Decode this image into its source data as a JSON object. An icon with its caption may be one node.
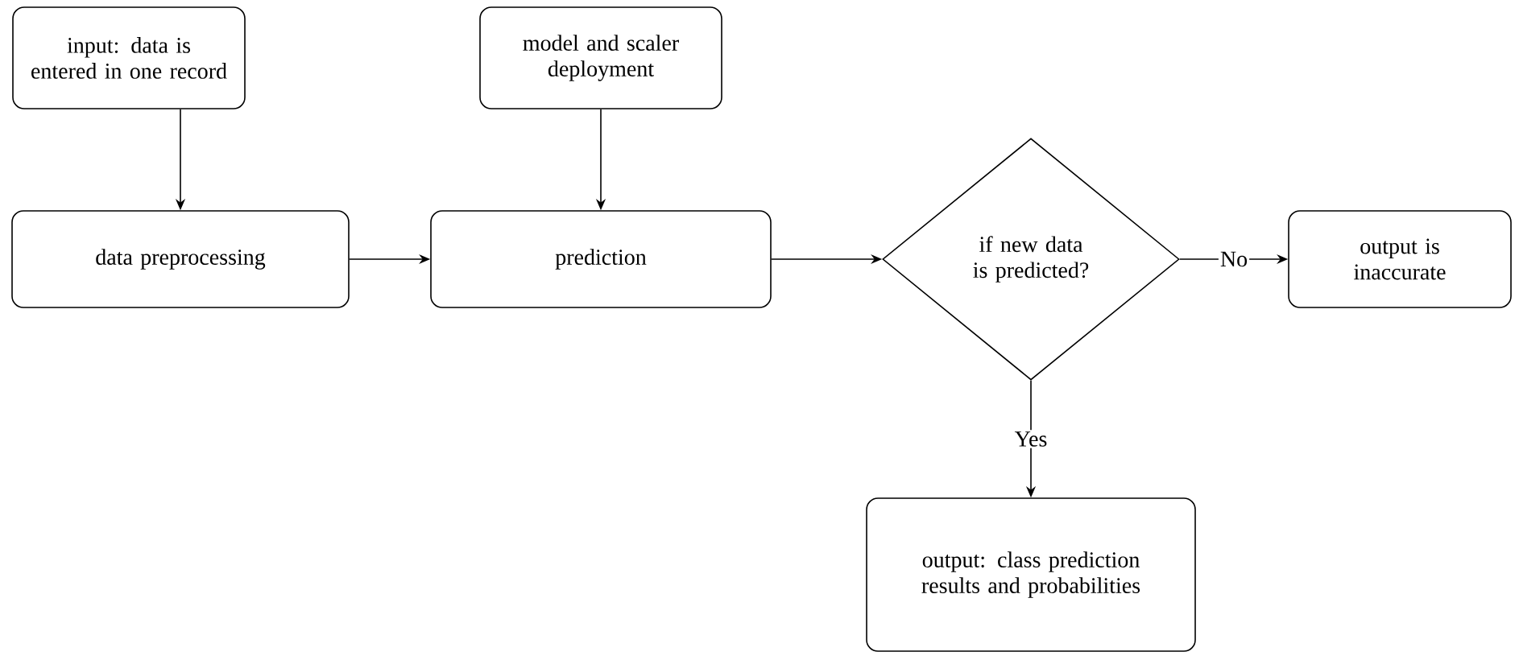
{
  "diagram": {
    "nodes": [
      {
        "text": [
          "input: data is entered in one record"
        ]
      },
      {
        "text": [
          "model and scaler deployment"
        ]
      },
      {
        "text": [
          "data preprocessing"
        ]
      },
      {
        "text": [
          "prediction"
        ]
      },
      {
        "text": [
          "if new data is predicted?"
        ]
      },
      {
        "text": [
          "output is inaccurate"
        ]
      },
      {
        "text": [
          "output: class prediction results and probabilities"
        ]
      }
    ],
    "edges": [
      {
        "from": 0,
        "to": 2,
        "arrow": "to"
      },
      {
        "from": 1,
        "to": 3,
        "arrow": "to"
      },
      {
        "from": 2,
        "to": 3,
        "arrow": "to"
      },
      {
        "from": 3,
        "to": 4,
        "arrow": "to"
      },
      {
        "from": 4,
        "to": 5,
        "arrow": "to",
        "label": "No"
      },
      {
        "from": 4,
        "to": 6,
        "arrow": "to",
        "label": "Yes"
      }
    ]
  }
}
